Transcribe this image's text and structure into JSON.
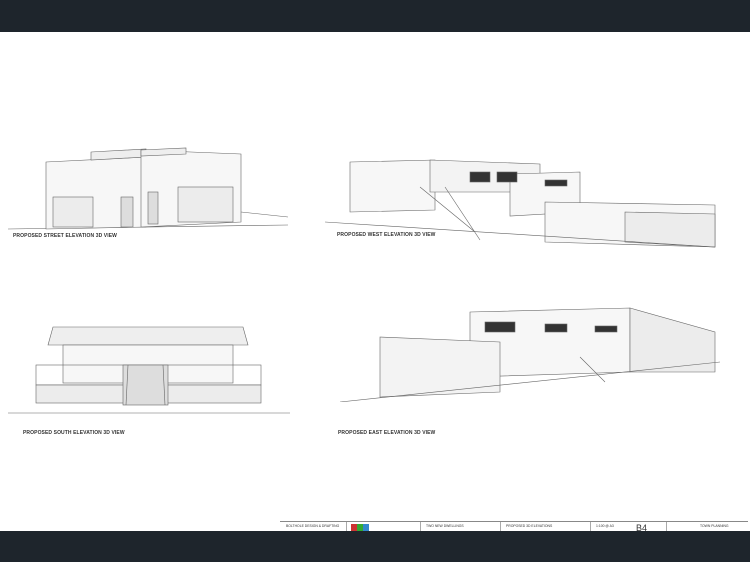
{
  "views": {
    "street": "PROPOSED STREET ELEVATION 3D VIEW",
    "west": "PROPOSED WEST ELEVATION 3D VIEW",
    "south": "PROPOSED SOUTH ELEVATION 3D VIEW",
    "east": "PROPOSED EAST ELEVATION 3D VIEW"
  },
  "titleblock": {
    "company": "BOLTHOLE DESIGN & DRAFTING",
    "project": "TWO NEW DWELLINGS",
    "drawing": "PROPOSED 3D ELEVATIONS",
    "scale": "1:100 @ A3",
    "rev": "B4",
    "status": "TOWN PLANNING"
  },
  "colors": {
    "frame": "#1e252c",
    "paper": "#ffffff",
    "line": "#666666"
  }
}
